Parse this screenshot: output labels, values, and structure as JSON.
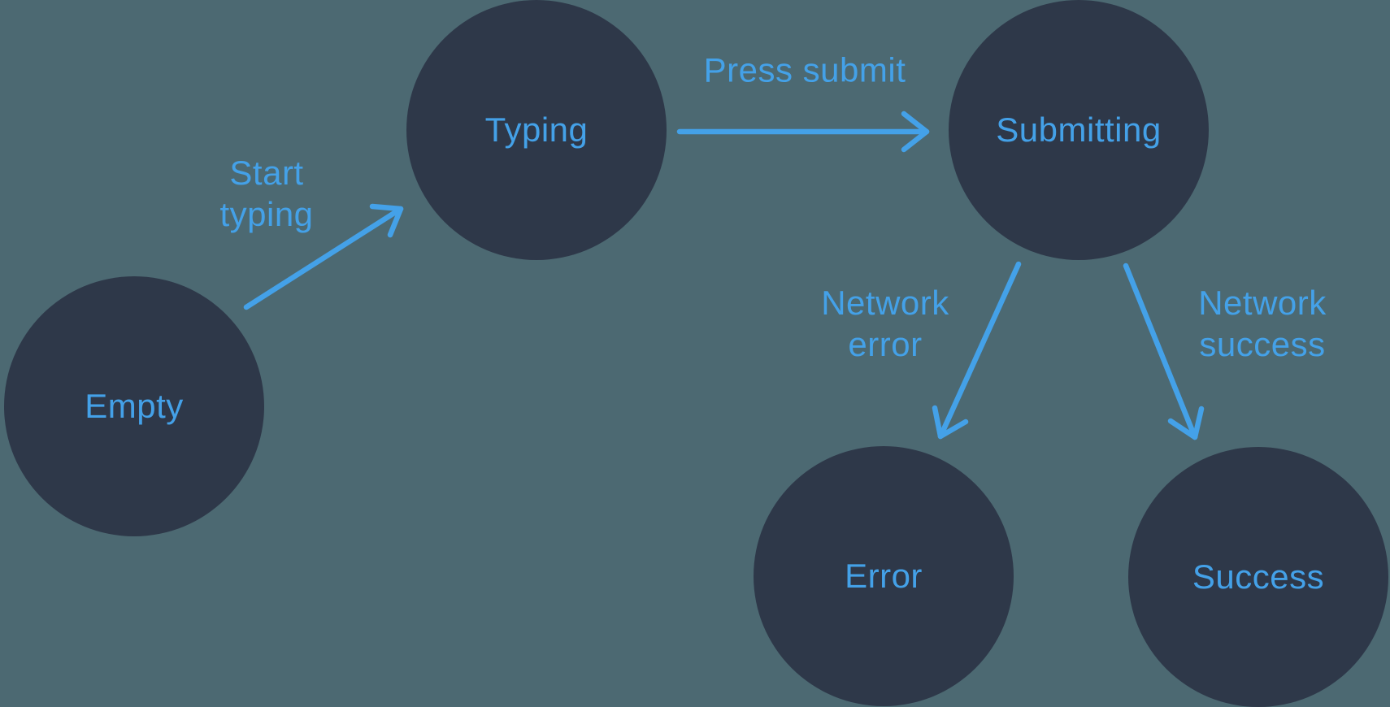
{
  "colors": {
    "background": "#4C6972",
    "node_fill": "#2E3849",
    "accent": "#44A1E8"
  },
  "diagram": {
    "type": "state-machine",
    "nodes": [
      {
        "id": "empty",
        "label": "Empty"
      },
      {
        "id": "typing",
        "label": "Typing"
      },
      {
        "id": "submitting",
        "label": "Submitting"
      },
      {
        "id": "error",
        "label": "Error"
      },
      {
        "id": "success",
        "label": "Success"
      }
    ],
    "edges": [
      {
        "from": "empty",
        "to": "typing",
        "label": "Start typing",
        "lines": [
          "Start",
          "typing"
        ]
      },
      {
        "from": "typing",
        "to": "submitting",
        "label": "Press submit",
        "lines": [
          "Press submit"
        ]
      },
      {
        "from": "submitting",
        "to": "error",
        "label": "Network error",
        "lines": [
          "Network",
          "error"
        ]
      },
      {
        "from": "submitting",
        "to": "success",
        "label": "Network success",
        "lines": [
          "Network",
          "success"
        ]
      }
    ]
  }
}
